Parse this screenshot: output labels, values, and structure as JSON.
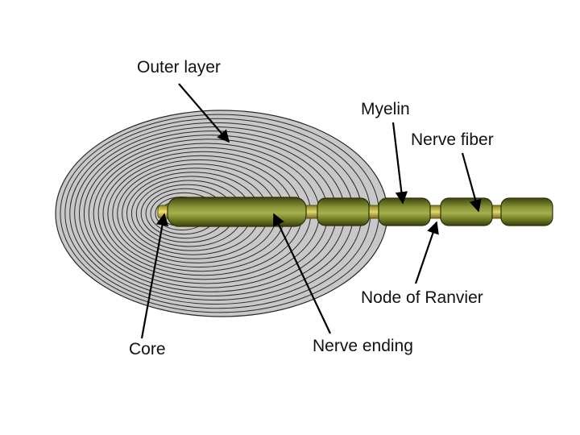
{
  "labels": {
    "outer_layer": "Outer layer",
    "myelin": "Myelin",
    "nerve_fiber": "Nerve fiber",
    "node_of_ranvier": "Node of Ranvier",
    "core": "Core",
    "nerve_ending": "Nerve ending"
  },
  "colors": {
    "capsule_fill": "#c8c8c8",
    "capsule_ring": "#2a2a2a",
    "fiber_light": "#9aa64a",
    "fiber_mid": "#6f7a22",
    "fiber_dark": "#3e4410",
    "core": "#e0cf55",
    "node": "#d6cc5a",
    "text": "#111111",
    "arrow": "#000000"
  }
}
